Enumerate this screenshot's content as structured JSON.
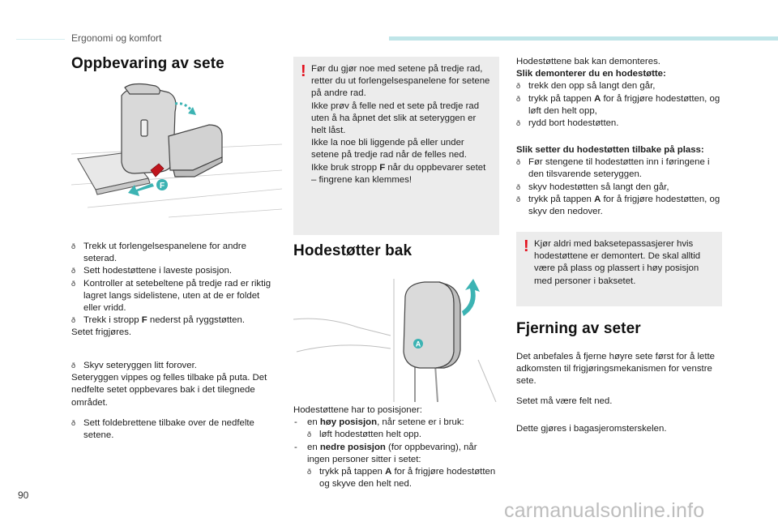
{
  "header": {
    "title": "Ergonomi og komfort"
  },
  "page_number": "90",
  "watermark": "carmanualsonline.info",
  "col1": {
    "title": "Oppbevaring av sete",
    "illustration_marker": "F",
    "steps1": [
      "Trekk ut forlengelsespanelene for andre seterad.",
      "Sett hodestøttene i laveste posisjon.",
      "Kontroller at setebeltene på tredje rad er riktig lagret langs sidelistene, uten at de er foldet eller vridd."
    ],
    "step1_last_pre": "Trekk i stropp ",
    "step1_last_bold": "F",
    "step1_last_post": " nederst på ryggstøtten.",
    "result1": "Setet frigjøres.",
    "step2": "Skyv seteryggen litt forover.",
    "result2": "Seteryggen vippes og felles tilbake på puta. Det nedfelte setet oppbevares bak i det tilegnede området.",
    "step3": "Sett foldebrettene tilbake over de nedfelte setene."
  },
  "col2": {
    "warning_mark": "!",
    "warning_lines": [
      "Før du gjør noe med setene på tredje rad, retter du ut forlengelsespanelene for setene på andre rad.",
      "Ikke prøv å felle ned et sete på tredje rad uten å ha åpnet det slik at seteryggen er helt låst.",
      "Ikke la noe bli liggende på eller under setene på tredje rad når de felles ned."
    ],
    "warning_last_pre": "Ikke bruk stropp ",
    "warning_last_bold": "F",
    "warning_last_post": " når du oppbevarer setet – fingrene kan klemmes!",
    "title": "Hodestøtter bak",
    "illustration_marker": "A",
    "intro": "Hodestøttene har to posisjoner:",
    "dash_mark": "-",
    "pos1_pre": "en ",
    "pos1_bold": "høy posisjon",
    "pos1_post": ", når setene er i bruk:",
    "pos1_step": "løft hodestøtten helt opp.",
    "pos2_pre": "en ",
    "pos2_bold": "nedre posisjon",
    "pos2_post": " (for oppbevaring), når ingen personer sitter i setet:",
    "pos2_step_pre": "trykk på tappen ",
    "pos2_step_bold": "A",
    "pos2_step_post": " for å frigjøre hodestøtten og skyve den helt ned."
  },
  "col3": {
    "intro": "Hodestøttene bak kan demonteres.",
    "remove_title": "Slik demonterer du en hodestøtte:",
    "remove_step1": "trekk den opp så langt den går,",
    "remove_step2_pre": "trykk på tappen ",
    "remove_step2_bold": "A",
    "remove_step2_post": " for å frigjøre hodestøtten, og løft den helt opp,",
    "remove_step3": "rydd bort hodestøtten.",
    "refit_title": "Slik setter du hodestøtten tilbake på plass:",
    "refit_step1": "Før stengene til hodestøtten inn i føringene i den tilsvarende seteryggen.",
    "refit_step2": "skyv hodestøtten så langt den går,",
    "refit_step3_pre": "trykk på tappen ",
    "refit_step3_bold": "A",
    "refit_step3_post": " for å frigjøre hodestøtten, og skyv den nedover.",
    "warning_mark": "!",
    "warning": "Kjør aldri med baksetepassasjerer hvis hodestøttene er demontert. De skal alltid være på plass og plassert i høy posisjon med personer i baksetet.",
    "title": "Fjerning av seter",
    "para1": "Det anbefales å fjerne høyre sete først for å lette adkomsten til frigjøringsmekanismen for venstre sete.",
    "para2": "Setet må være felt ned.",
    "para3": "Dette gjøres i bagasjeromsterskelen."
  },
  "colors": {
    "accent_teal": "#3cb3b3",
    "warning_red": "#e3101d",
    "header_bar": "#bfe5e8",
    "box_grey": "#ececec"
  }
}
